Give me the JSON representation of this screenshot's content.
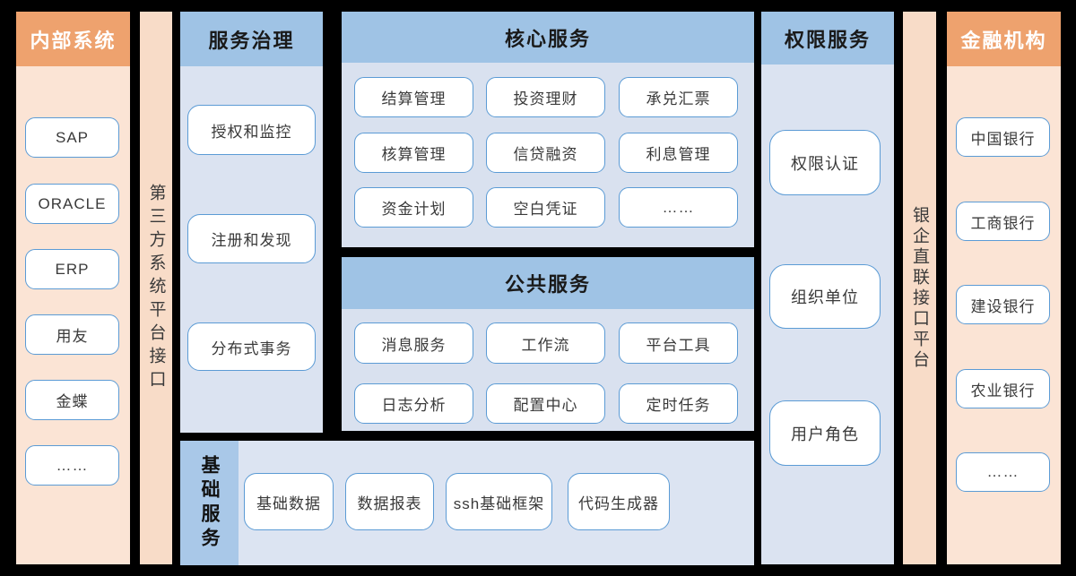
{
  "colors": {
    "background": "#000000",
    "orange_header": "#eea26e",
    "peach_body": "#fbe4d5",
    "peach_strip": "#f8dcc8",
    "blue_header": "#9fc3e5",
    "blue_body": "#dbe3f1",
    "blue_strip": "#a9c8e8",
    "box_border": "#5b9bd5",
    "box_fill": "#ffffff"
  },
  "panels": {
    "internal": {
      "title": "内部系统",
      "items": [
        "SAP",
        "ORACLE",
        "ERP",
        "用友",
        "金蝶",
        "……"
      ]
    },
    "third_party_strip": {
      "label": "第三方系统平台接口"
    },
    "governance": {
      "title": "服务治理",
      "items": [
        "授权和监控",
        "注册和发现",
        "分布式事务"
      ]
    },
    "core": {
      "title": "核心服务",
      "items": [
        "结算管理",
        "投资理财",
        "承兑汇票",
        "核算管理",
        "信贷融资",
        "利息管理",
        "资金计划",
        "空白凭证",
        "……"
      ]
    },
    "public": {
      "title": "公共服务",
      "items": [
        "消息服务",
        "工作流",
        "平台工具",
        "日志分析",
        "配置中心",
        "定时任务"
      ]
    },
    "basic": {
      "title": "基础服务",
      "items": [
        "基础数据",
        "数据报表",
        "ssh基础框架",
        "代码生成器"
      ]
    },
    "auth": {
      "title": "权限服务",
      "items": [
        "权限认证",
        "组织单位",
        "用户角色"
      ]
    },
    "bank_strip": {
      "label": "银企直联接口平台"
    },
    "financial": {
      "title": "金融机构",
      "items": [
        "中国银行",
        "工商银行",
        "建设银行",
        "农业银行",
        "……"
      ]
    }
  }
}
